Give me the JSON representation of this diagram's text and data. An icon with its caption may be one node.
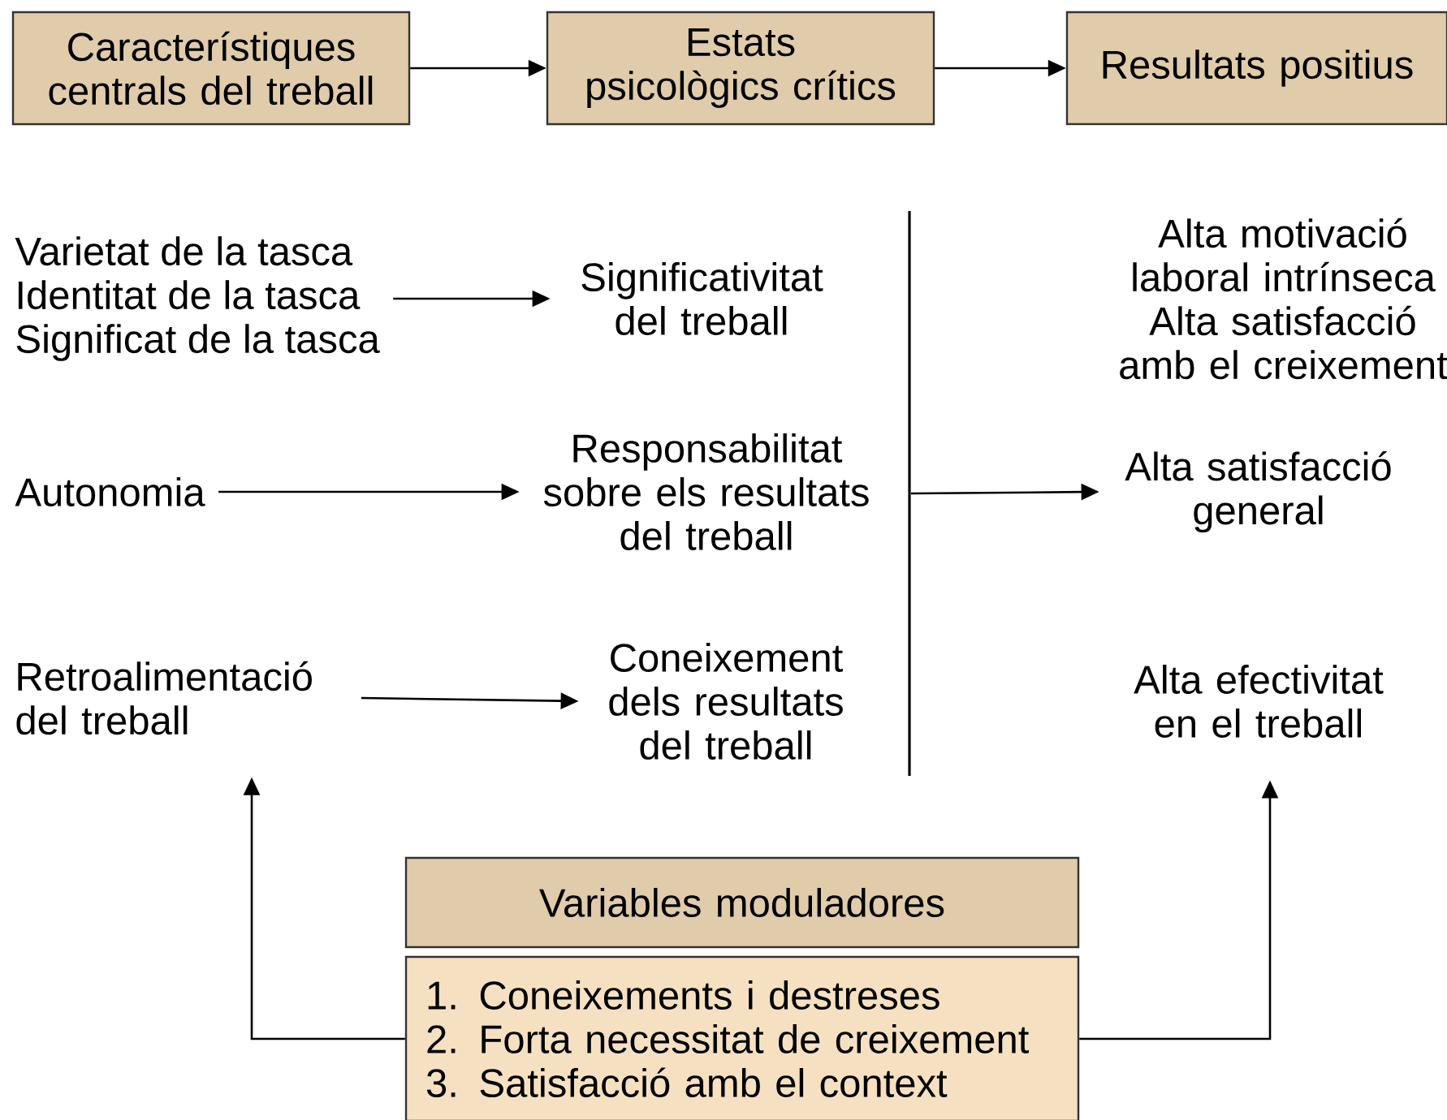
{
  "diagram": {
    "nodes": [
      {
        "text": [
          "Característiques centrals del treball"
        ]
      },
      {
        "text": [
          "Estats psicològics crítics"
        ]
      },
      {
        "text": [
          "Resultats positius"
        ]
      },
      {
        "text": [
          "Varietat de la tasca",
          "Identitat de la tasca",
          "Significat de la tasca"
        ]
      },
      {
        "text": [
          "Significativitat del treball"
        ]
      },
      {
        "text": [
          "Autonomia"
        ]
      },
      {
        "text": [
          "Responsabilitat sobre els resultats del treball"
        ]
      },
      {
        "text": [
          "Retroalimentació del treball"
        ]
      },
      {
        "text": [
          "Coneixement dels resultats del treball"
        ]
      },
      {
        "text": [
          "Alta motivació laboral intrínseca",
          "Alta satisfacció amb el creixement"
        ]
      },
      {
        "text": [
          "Alta satisfacció general"
        ]
      },
      {
        "text": [
          "Alta efectivitat en el treball"
        ]
      },
      {
        "text": [
          "Variables moduladores"
        ]
      },
      {
        "text": [
          "1. Coneixements i destreses",
          "2. Forta necessitat de creixement",
          "3. Satisfacció amb el context"
        ]
      },
      {
        "text": [],
        "shape": "bar"
      }
    ],
    "edges": [
      {
        "from": 0,
        "to": 1,
        "arrow": "to"
      },
      {
        "from": 1,
        "to": 2,
        "arrow": "to"
      },
      {
        "from": 3,
        "to": 4,
        "arrow": "to"
      },
      {
        "from": 5,
        "to": 6,
        "arrow": "to"
      },
      {
        "from": 7,
        "to": 8,
        "arrow": "to"
      },
      {
        "from": 14,
        "to": 10,
        "arrow": "to"
      },
      {
        "from": 13,
        "to": 7,
        "arrow": "to"
      },
      {
        "from": 13,
        "to": 11,
        "arrow": "to"
      }
    ]
  }
}
